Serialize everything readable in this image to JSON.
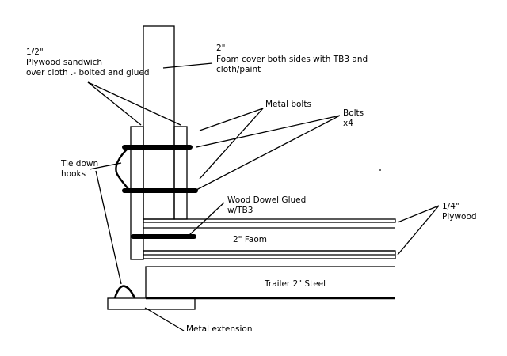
{
  "labels": {
    "plywood_half": "1/2\"",
    "plywood_sandwich": "Plywood sandwich",
    "over_cloth": "over cloth .- bolted and glued",
    "foam_size": "2\"",
    "foam_cover_1": "Foam cover both sides with TB3 and",
    "foam_cover_2": "cloth/paint",
    "metal_bolts": "Metal bolts",
    "bolts": "Bolts",
    "bolts_count": "x4",
    "tie_down_1": "Tie down",
    "tie_down_2": "hooks",
    "dowel_1": "Wood Dowel Glued",
    "dowel_2": "w/TB3",
    "plywood_quarter": "1/4\"",
    "plywood_word": "Plywood",
    "foam_2in": "2\" Faom",
    "trailer_steel": "Trailer 2\" Steel",
    "metal_extension": "Metal extension"
  },
  "colors": {
    "line": "#000000",
    "background": "#ffffff"
  }
}
